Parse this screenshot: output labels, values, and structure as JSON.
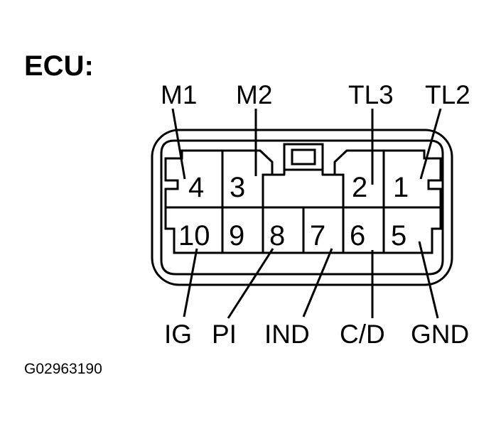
{
  "title": "ECU:",
  "top_labels": {
    "m1": "M1",
    "m2": "M2",
    "tl3": "TL3",
    "tl2": "TL2"
  },
  "bottom_labels": {
    "ig": "IG",
    "pi": "PI",
    "ind": "IND",
    "cd": "C/D",
    "gnd": "GND"
  },
  "pins": {
    "p1": "1",
    "p2": "2",
    "p3": "3",
    "p4": "4",
    "p5": "5",
    "p6": "6",
    "p7": "7",
    "p8": "8",
    "p9": "9",
    "p10": "10"
  },
  "reference_code": "G02963190"
}
